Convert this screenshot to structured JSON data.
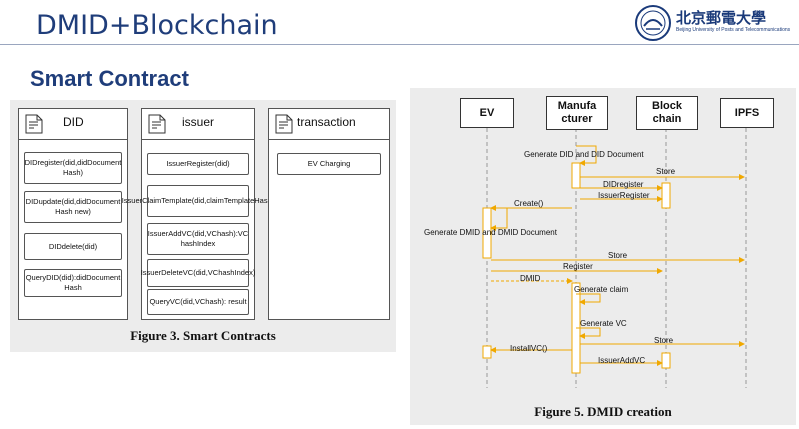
{
  "slide": {
    "title": "DMID+Blockchain",
    "subtitle": "Smart Contract",
    "university_logo_text": "北京郵電大學",
    "university_logo_subtext": "Beijing University of Posts and Telecommunications"
  },
  "figure3": {
    "caption": "Figure 3. Smart Contracts",
    "contracts": [
      {
        "title": "DID",
        "functions": [
          "DIDregister(did,didDocument Hash)",
          "DIDupdate(did,didDocument Hash new)",
          "DIDdelete(did)",
          "QueryDID(did):didDocument Hash"
        ]
      },
      {
        "title": "issuer",
        "functions": [
          "IssuerRegister(did)",
          "IssuerClaimTemplate(did,claimTemplateHash)",
          "IssuerAddVC(did,VChash):VC hashIndex",
          "IssuerDeleteVC(did,VChashIndex)",
          "QueryVC(did,VChash): result"
        ]
      },
      {
        "title": "transaction",
        "functions": [
          "EV Charging"
        ]
      }
    ]
  },
  "figure5": {
    "caption": "Figure 5. DMID creation",
    "lifelines": [
      "EV",
      "Manufa cturer",
      "Block chain",
      "IPFS"
    ],
    "messages": [
      "Generate DID and DID Document",
      "Store",
      "DIDregister",
      "IssuerRegister",
      "Create()",
      "Generate DMID and DMID Document",
      "Store",
      "Register",
      "DMID",
      "Generate claim",
      "Generate VC",
      "Store",
      "InstallVC()",
      "IssuerAddVC"
    ]
  },
  "colors": {
    "title": "#1f3d7a",
    "arrow": "#f0a800",
    "panel": "#ececec"
  }
}
